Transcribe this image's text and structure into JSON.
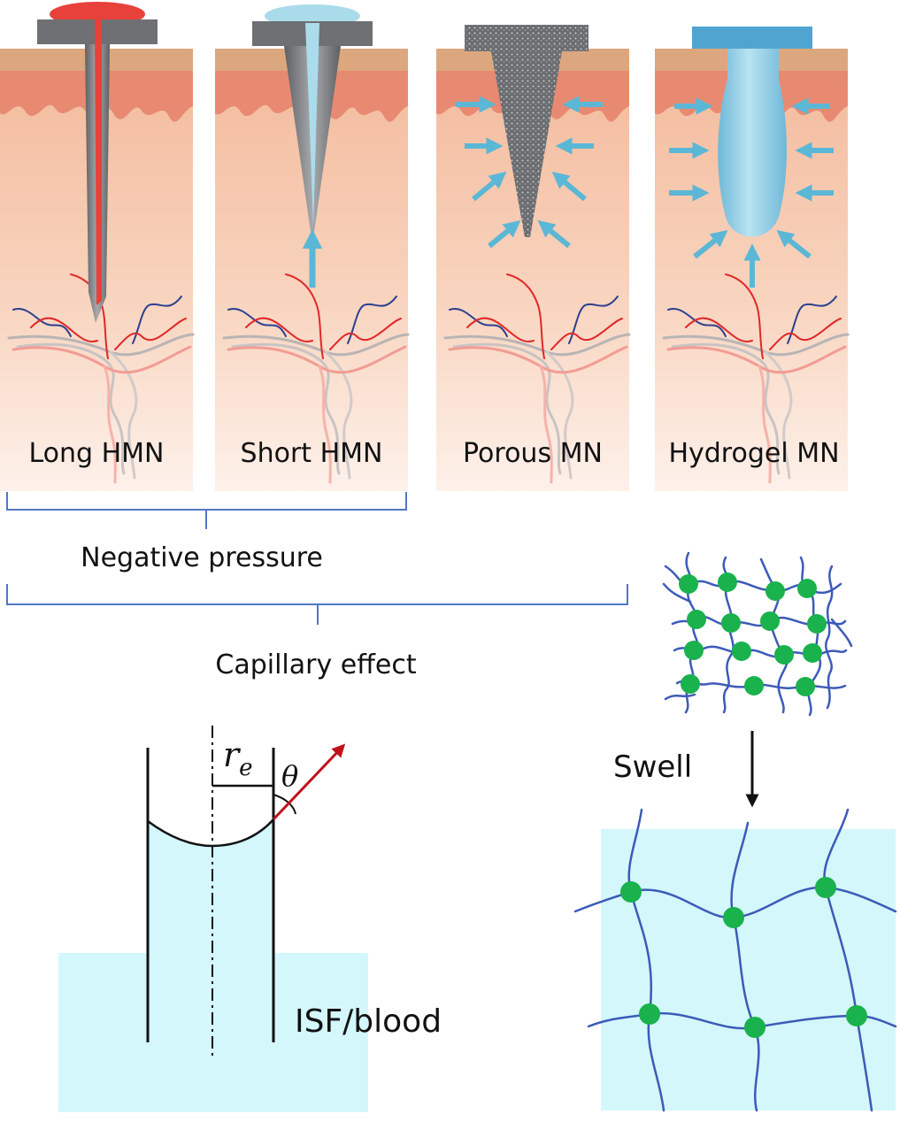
{
  "panels": [
    {
      "label": "Long HMN"
    },
    {
      "label": "Short HMN"
    },
    {
      "label": "Porous MN"
    },
    {
      "label": "Hydrogel MN"
    }
  ],
  "brackets": {
    "negative_pressure": "Negative pressure",
    "capillary_effect": "Capillary effect"
  },
  "capillary": {
    "radius_symbol": "r",
    "radius_subscript": "e",
    "angle_symbol": "θ",
    "fluid_label": "ISF/blood"
  },
  "swell_label": "Swell",
  "colors": {
    "skin_top": "#e39478",
    "epidermis_band": "#dcae80",
    "dermis": "#f6c8ad",
    "needle_gray": "#7d7f82",
    "blood_red": "#e8413c",
    "fluid_blue": "#9fd6e8",
    "arrow_blue": "#5bb7d6",
    "bracket_blue": "#4f78c4",
    "polymer_chain": "#3c5bb8",
    "crosslink_green": "#19b24c",
    "isf_cyan": "#d3f7fa",
    "contact_angle_arrow": "#c1121c"
  }
}
